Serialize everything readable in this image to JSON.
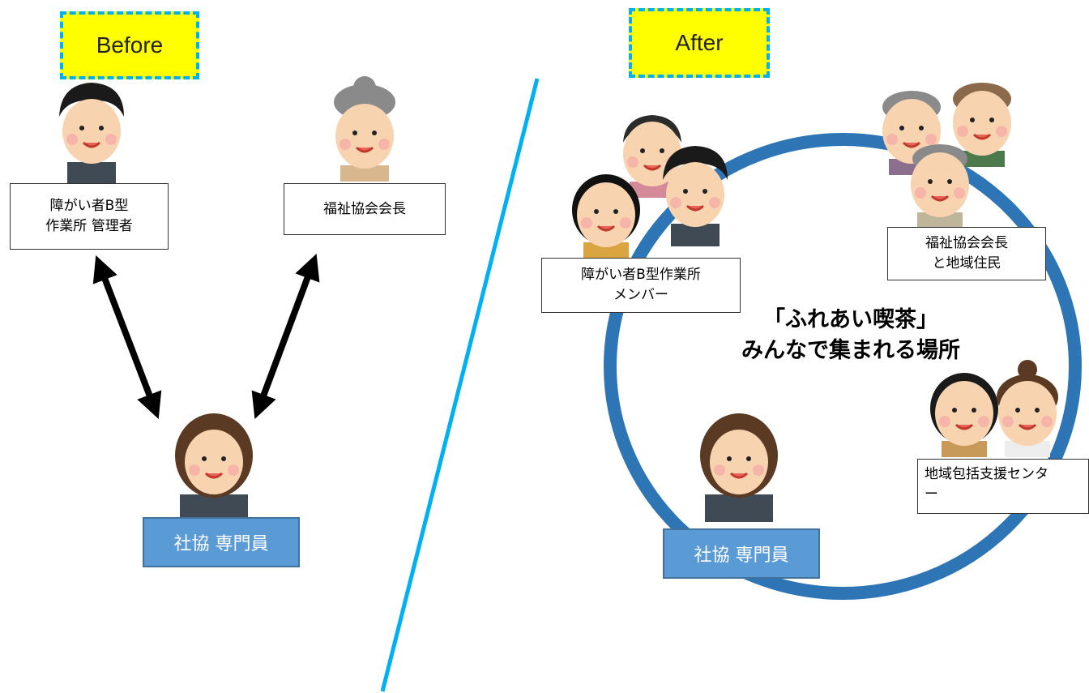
{
  "colors": {
    "tag_fill": "#ffff00",
    "tag_border": "#00b0f0",
    "divider": "#00b0f0",
    "circle": "#2e75b6",
    "staff_fill": "#5b9bd5",
    "arrow": "#000000"
  },
  "before": {
    "tag": "Before",
    "manager_label": "障がい者B型\n作業所 管理者",
    "welfare_label": "福祉協会会長",
    "staff_label": "社協 専門員"
  },
  "after": {
    "tag": "After",
    "members_label": "障がい者B型作業所\nメンバー",
    "welfare_label": "福祉協会会長\nと地域住民",
    "center_caption": "「ふれあい喫茶」\nみんなで集まれる場所",
    "support_label": "地域包括支援センタ\nー",
    "staff_label": "社協 専門員"
  },
  "icons": [
    "person-icon",
    "double-arrow-icon"
  ]
}
